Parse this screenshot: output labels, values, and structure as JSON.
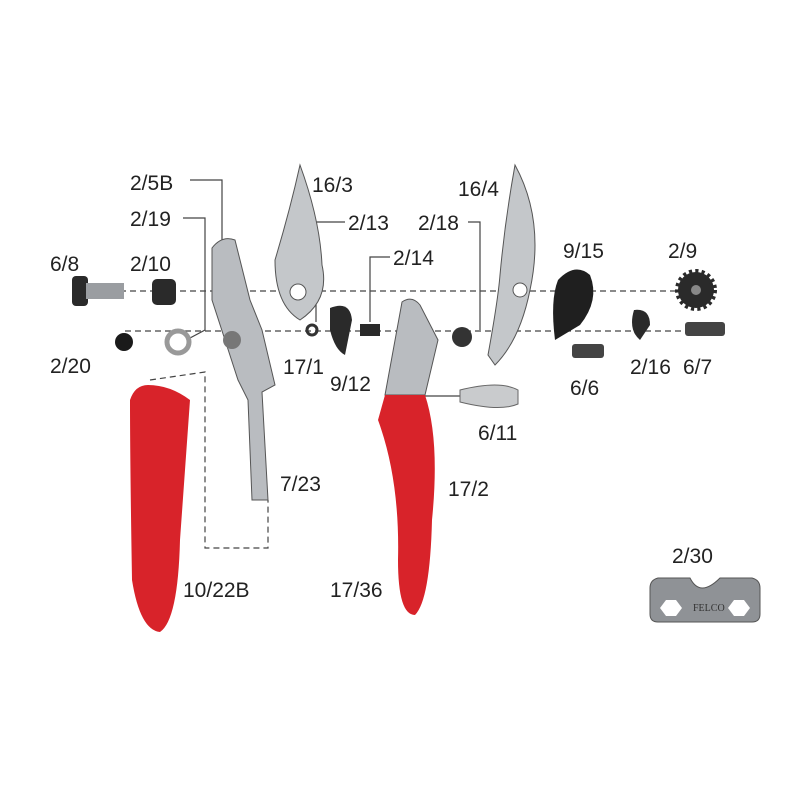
{
  "colors": {
    "handle": "#d8232a",
    "metal": "#b9bcc0",
    "dark": "#2a2a2a",
    "line": "#444444"
  },
  "labels": {
    "p2_5B": "2/5B",
    "p16_3": "16/3",
    "p2_19": "2/19",
    "p2_13": "2/13",
    "p16_4": "16/4",
    "p2_18": "2/18",
    "p9_15": "9/15",
    "p2_9": "2/9",
    "p6_8": "6/8",
    "p2_10": "2/10",
    "p2_14": "2/14",
    "p2_20": "2/20",
    "p17_1": "17/1",
    "p9_12": "9/12",
    "p6_6": "6/6",
    "p2_16": "2/16",
    "p6_7": "6/7",
    "p6_11": "6/11",
    "p7_23": "7/23",
    "p17_2": "17/2",
    "p10_22B": "10/22B",
    "p17_36": "17/36",
    "p2_30": "2/30"
  },
  "logo_text": "FELCO"
}
